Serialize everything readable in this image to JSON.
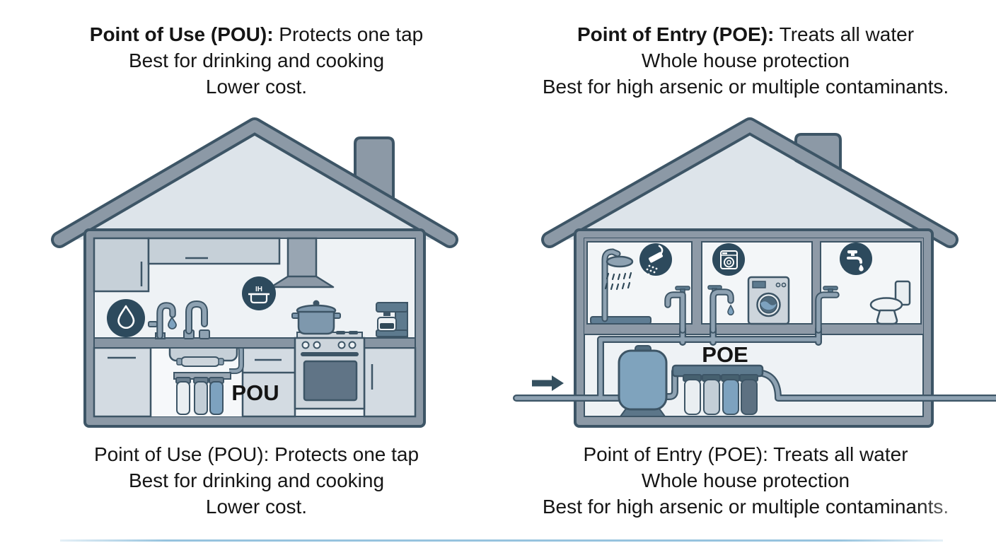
{
  "palette": {
    "background": "#ffffff",
    "text": "#151515",
    "roof_wall_gray": "#8c99a6",
    "outline_dark": "#3d5566",
    "gable_fill": "#dde4ea",
    "interior_fill": "#eef2f5",
    "room_panel_fill": "#f3f6f8",
    "cabinet_fill": "#c6d0d8",
    "base_cabinet_fill": "#d3dbe2",
    "counter_fill": "#8795a3",
    "badge_fill": "#2d4a5d",
    "pipe_fill": "#8ea2b2",
    "tank_fill": "#7fa3bd",
    "cartridge_white": "#e9eef1",
    "cartridge_gray": "#c3ced7",
    "cartridge_blue": "#7da2bf",
    "cartridge_dark": "#5d7182",
    "arrow_color": "#35505f",
    "bottom_line_color": "#96c3de"
  },
  "left": {
    "header": {
      "bold": "Point of Use (POU):",
      "rest": " Protects one tap",
      "line2": "Best for drinking and cooking",
      "line3": "Lower cost."
    },
    "diagram_label": "POU",
    "pot_icon_text": "IH",
    "icons": [
      "water-drop-icon",
      "cooking-pot-icon"
    ],
    "caption": {
      "line1": "Point of Use (POU): Protects one tap",
      "line2": "Best for drinking and cooking",
      "line3": "Lower cost."
    }
  },
  "right": {
    "header": {
      "bold": "Point of Entry (POE):",
      "rest": " Treats all water",
      "line2": "Whole house protection",
      "line3": "Best for high arsenic or multiple contaminants."
    },
    "diagram_label": "POE",
    "icons": [
      "shower-icon",
      "washing-machine-icon",
      "faucet-drip-icon"
    ],
    "caption": {
      "line1": "Point of Entry (POE): Treats all water",
      "line2": "Whole house protection",
      "line3": "Best for high arsenic or multiple contaminants."
    }
  }
}
